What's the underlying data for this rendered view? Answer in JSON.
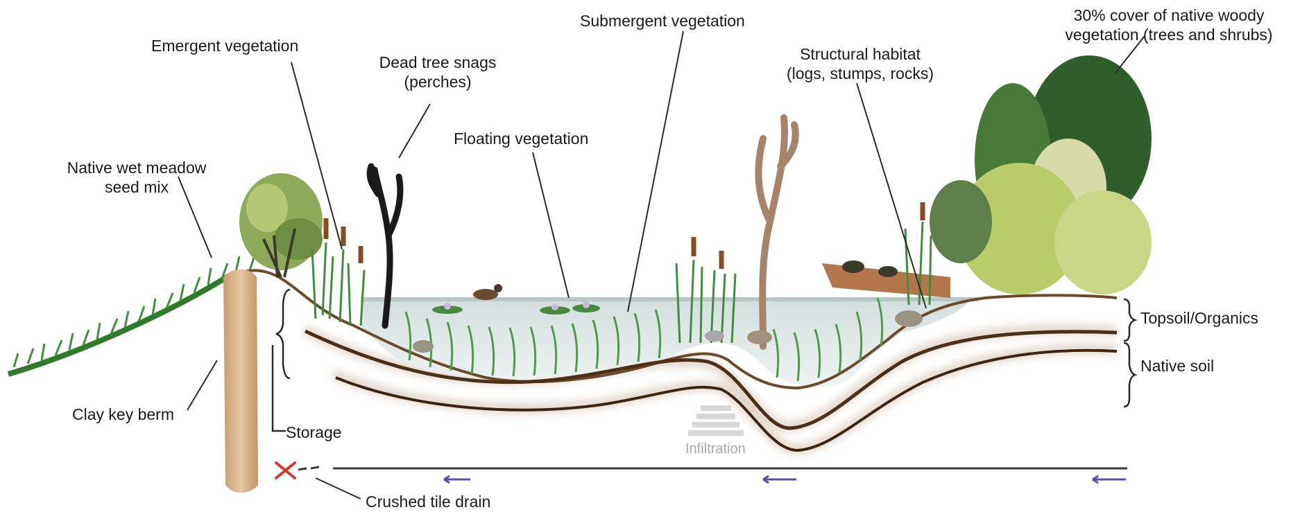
{
  "labels": {
    "emergent": "Emergent vegetation",
    "snags_line1": "Dead tree snags",
    "snags_line2": "(perches)",
    "submergent": "Submergent vegetation",
    "woody_line1": "30% cover of native woody",
    "woody_line2": "vegetation (trees and shrubs)",
    "structural_line1": "Structural habitat",
    "structural_line2": "(logs, stumps, rocks)",
    "floating": "Floating vegetation",
    "meadow_line1": "Native wet meadow",
    "meadow_line2": "seed mix",
    "topsoil": "Topsoil/Organics",
    "native_soil": "Native soil",
    "clay_key": "Clay key berm",
    "storage": "Storage",
    "infiltration": "Infiltration",
    "tile_drain": "Crushed tile drain"
  },
  "colors": {
    "grass": "#3f8f3a",
    "water": "#c9d6d6",
    "soil_line": "#5a3a22",
    "clay": "#d9b38c",
    "drain_x": "#d43a2a",
    "flow_arrow": "#5a4fa0",
    "woody_dark": "#2e5e2a",
    "woody_light": "#b9cc6a"
  }
}
